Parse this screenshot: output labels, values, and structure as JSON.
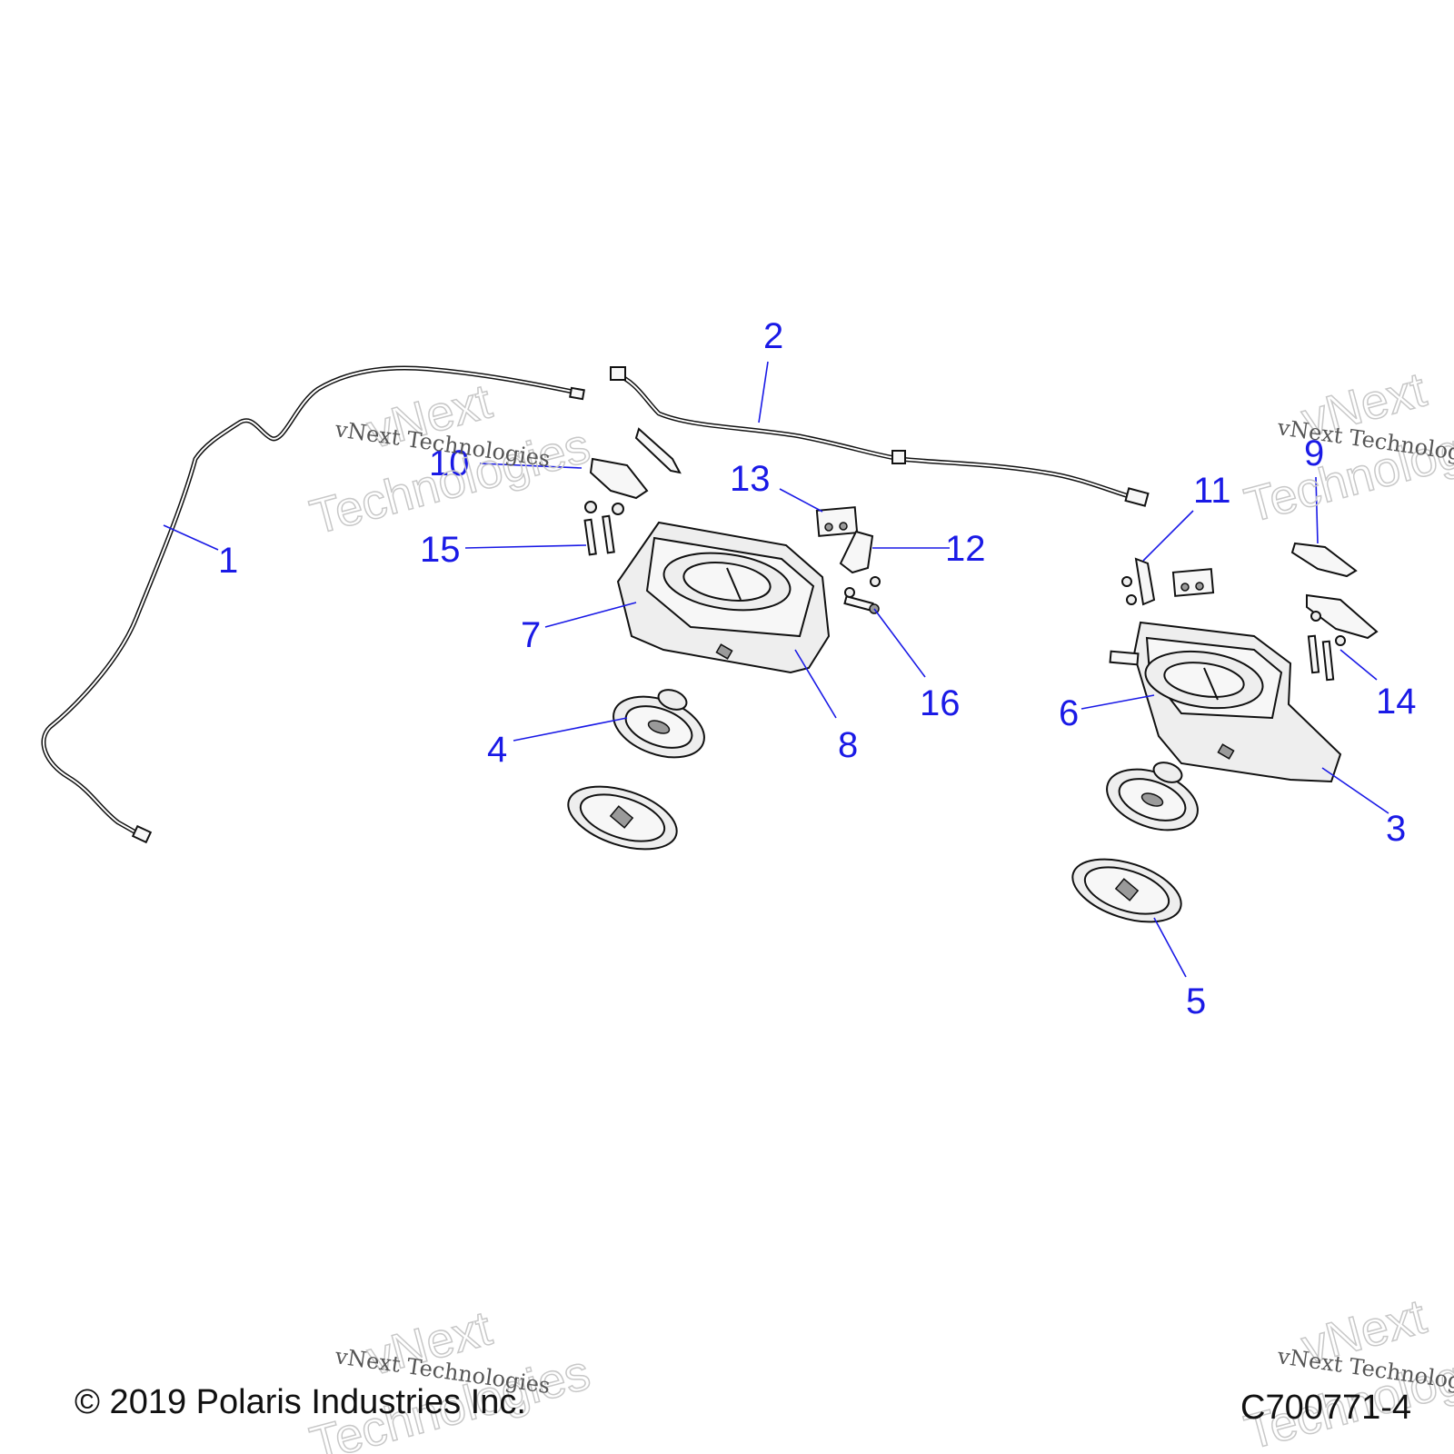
{
  "diagram": {
    "callouts": [
      {
        "id": "1",
        "label": "1"
      },
      {
        "id": "2",
        "label": "2"
      },
      {
        "id": "3",
        "label": "3"
      },
      {
        "id": "4",
        "label": "4"
      },
      {
        "id": "5",
        "label": "5"
      },
      {
        "id": "6",
        "label": "6"
      },
      {
        "id": "7",
        "label": "7"
      },
      {
        "id": "8",
        "label": "8"
      },
      {
        "id": "9",
        "label": "9"
      },
      {
        "id": "10",
        "label": "10"
      },
      {
        "id": "11",
        "label": "11"
      },
      {
        "id": "12",
        "label": "12"
      },
      {
        "id": "13",
        "label": "13"
      },
      {
        "id": "14",
        "label": "14"
      },
      {
        "id": "15",
        "label": "15"
      },
      {
        "id": "16",
        "label": "16"
      }
    ],
    "copyright": "© 2019 Polaris Industries Inc.",
    "figure_code": "C700771-4",
    "callout_color": "#1a1ae6"
  },
  "watermark": {
    "small": "vNext Technologies",
    "big_line1": "vNext",
    "big_line2": "Technologies"
  }
}
